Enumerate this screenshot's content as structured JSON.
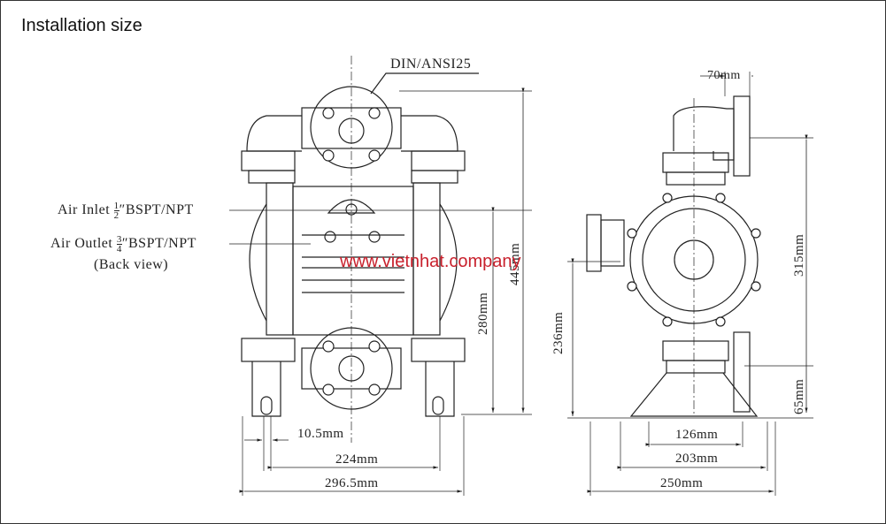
{
  "title": "Installation size",
  "watermark": "www.vietnhat.company",
  "front_view": {
    "flange_label": "DIN/ANSI25",
    "air_inlet": {
      "label": "Air Inlet",
      "fraction_num": "1",
      "fraction_den": "2",
      "thread": "″BSPT/NPT"
    },
    "air_outlet": {
      "label": "Air Outlet",
      "fraction_num": "3",
      "fraction_den": "4",
      "thread": "″BSPT/NPT",
      "note": "(Back view)"
    },
    "dims": {
      "total_height": "445mm",
      "inlet_height": "280mm",
      "bolt_offset": "10.5mm",
      "mount_width": "224mm",
      "total_width": "296.5mm"
    }
  },
  "side_view": {
    "dims": {
      "flange_depth": "70mm",
      "outlet_height": "315mm",
      "center_height": "236mm",
      "inlet_height": "65mm",
      "base_inner": "126mm",
      "base_mount": "203mm",
      "base_total": "250mm"
    }
  }
}
